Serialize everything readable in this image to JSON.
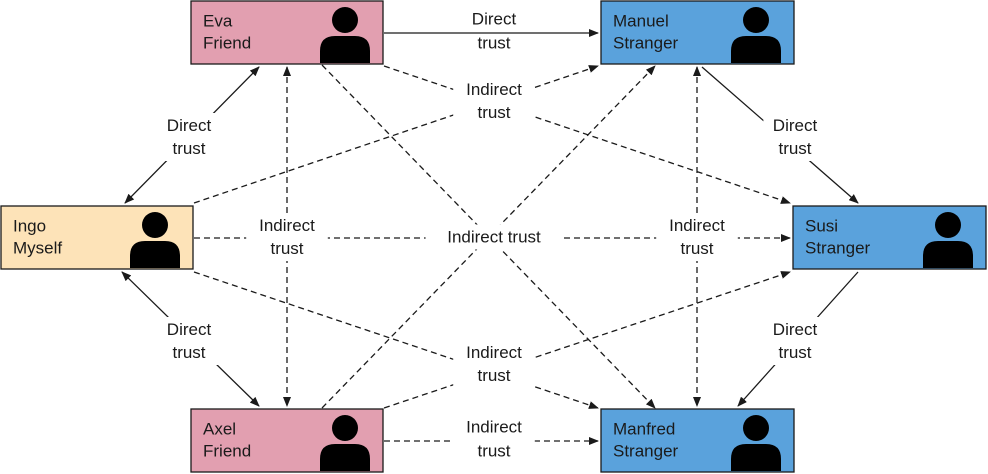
{
  "colors": {
    "myself": "#fde3b8",
    "friend": "#e29fb0",
    "stranger": "#5aa2dc",
    "border": "#1a1a1a",
    "person_icon": "#000000",
    "line": "#1a1a1a"
  },
  "nodes": [
    {
      "id": "eva",
      "name": "Eva",
      "role": "Friend",
      "kind": "friend",
      "icon": "person-icon"
    },
    {
      "id": "manuel",
      "name": "Manuel",
      "role": "Stranger",
      "kind": "stranger",
      "icon": "person-icon"
    },
    {
      "id": "ingo",
      "name": "Ingo",
      "role": "Myself",
      "kind": "myself",
      "icon": "person-icon"
    },
    {
      "id": "susi",
      "name": "Susi",
      "role": "Stranger",
      "kind": "stranger",
      "icon": "person-icon"
    },
    {
      "id": "axel",
      "name": "Axel",
      "role": "Friend",
      "kind": "friend",
      "icon": "person-icon"
    },
    {
      "id": "manfred",
      "name": "Manfred",
      "role": "Stranger",
      "kind": "stranger",
      "icon": "person-icon"
    }
  ],
  "edges": [
    {
      "from": "eva",
      "to": "manuel",
      "style": "solid",
      "label": [
        "Direct",
        "trust"
      ]
    },
    {
      "from": "ingo",
      "to": "eva",
      "style": "solid",
      "bidirectional": true,
      "label": [
        "Direct",
        "trust"
      ]
    },
    {
      "from": "ingo",
      "to": "axel",
      "style": "solid",
      "bidirectional": true,
      "label": [
        "Direct",
        "trust"
      ]
    },
    {
      "from": "manuel",
      "to": "susi",
      "style": "solid",
      "label": [
        "Direct",
        "trust"
      ]
    },
    {
      "from": "susi",
      "to": "manfred",
      "style": "solid",
      "label": [
        "Direct",
        "trust"
      ]
    },
    {
      "from": "eva",
      "to": "susi",
      "style": "dashed",
      "label": [
        "Indirect",
        "trust"
      ]
    },
    {
      "from": "ingo",
      "to": "manuel",
      "style": "dashed",
      "label": []
    },
    {
      "from": "ingo",
      "to": "susi",
      "style": "dashed",
      "label": [
        "Indirect trust"
      ]
    },
    {
      "from": "ingo",
      "to": "manfred",
      "style": "dashed",
      "label": [
        "Indirect",
        "trust"
      ]
    },
    {
      "from": "eva",
      "to": "axel",
      "style": "dashed",
      "bidirectional": true,
      "label": [
        "Indirect",
        "trust"
      ]
    },
    {
      "from": "manuel",
      "to": "manfred",
      "style": "dashed",
      "bidirectional": true,
      "label": [
        "Indirect",
        "trust"
      ]
    },
    {
      "from": "eva",
      "to": "manfred",
      "style": "dashed",
      "label": []
    },
    {
      "from": "axel",
      "to": "manuel",
      "style": "dashed",
      "label": []
    },
    {
      "from": "axel",
      "to": "susi",
      "style": "dashed",
      "label": []
    },
    {
      "from": "axel",
      "to": "manfred",
      "style": "dashed",
      "label": [
        "Indirect",
        "trust"
      ]
    }
  ]
}
